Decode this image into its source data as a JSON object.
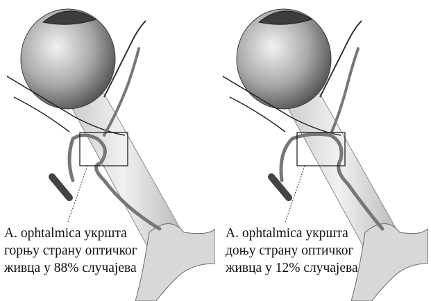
{
  "figure": {
    "panels": [
      {
        "caption_lines": [
          "A. ophtalmica укршта",
          "горњу страну оптичког",
          "живца у 88% случајева"
        ]
      },
      {
        "caption_lines": [
          "A. ophtalmica укршта",
          "доњу страну оптичког",
          "живца у 12% случајева"
        ]
      }
    ],
    "colors": {
      "eyeball": "#9a9a9a",
      "artery": "#6e6e6e",
      "nerve": "#d9d9d9",
      "outline": "#2a2a2a"
    }
  }
}
